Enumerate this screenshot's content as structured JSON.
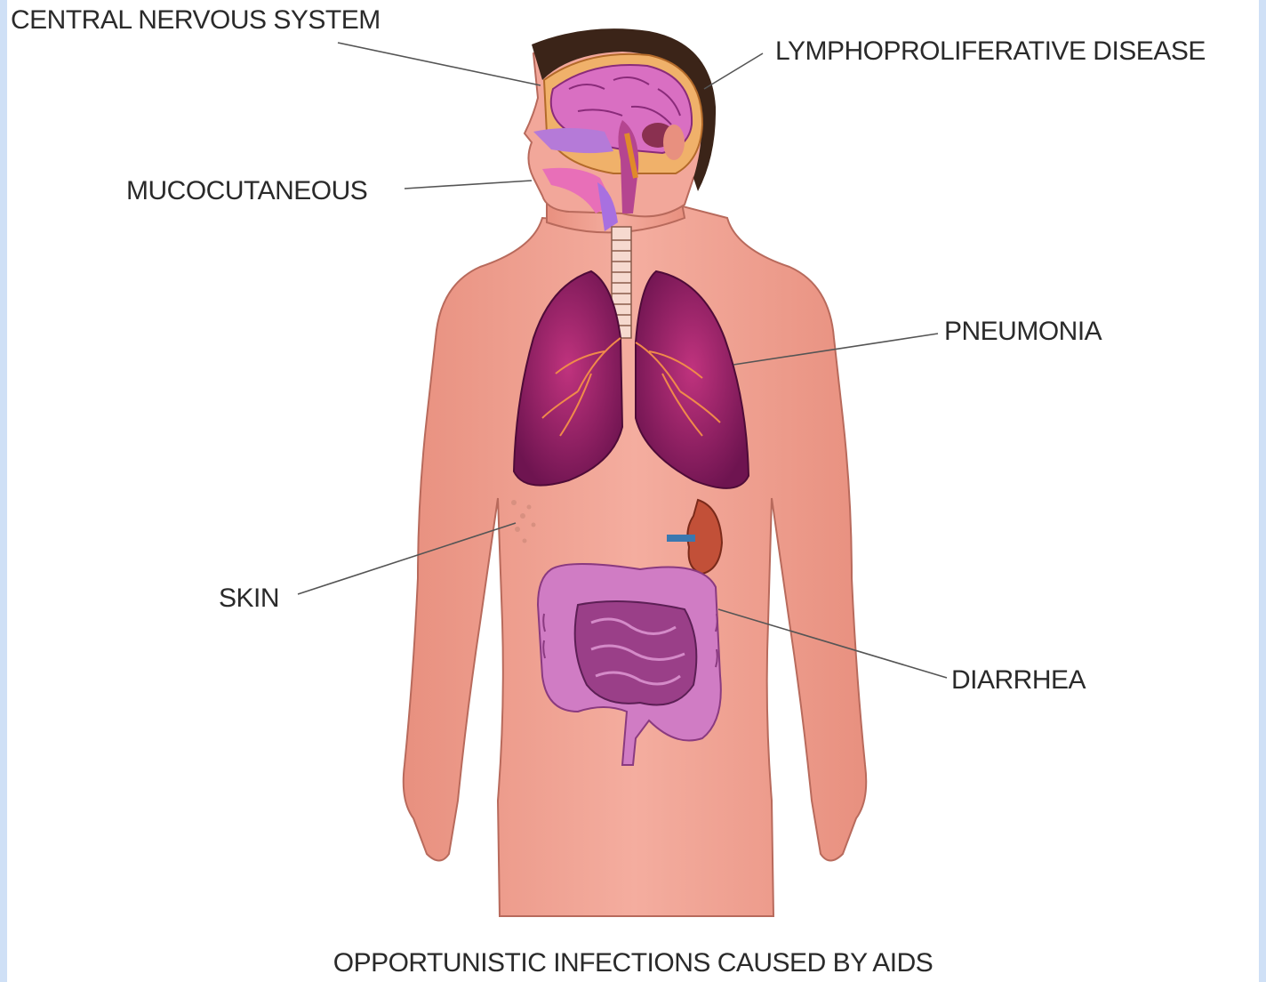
{
  "labels": {
    "cns": "CENTRAL NERVOUS SYSTEM",
    "lympho": "LYMPHOPROLIFERATIVE DISEASE",
    "muco": "MUCOCUTANEOUS",
    "pneumonia": "PNEUMONIA",
    "skin": "SKIN",
    "diarrhea": "DIARRHEA"
  },
  "caption": "OPPORTUNISTIC INFECTIONS CAUSED BY AIDS",
  "colors": {
    "background": "#cfe0f6",
    "skin": "#f2a79a",
    "lung": "#8e1f63",
    "brain": "#d96fc2",
    "intestine": "#c466b3",
    "text": "#2a2a2a"
  }
}
